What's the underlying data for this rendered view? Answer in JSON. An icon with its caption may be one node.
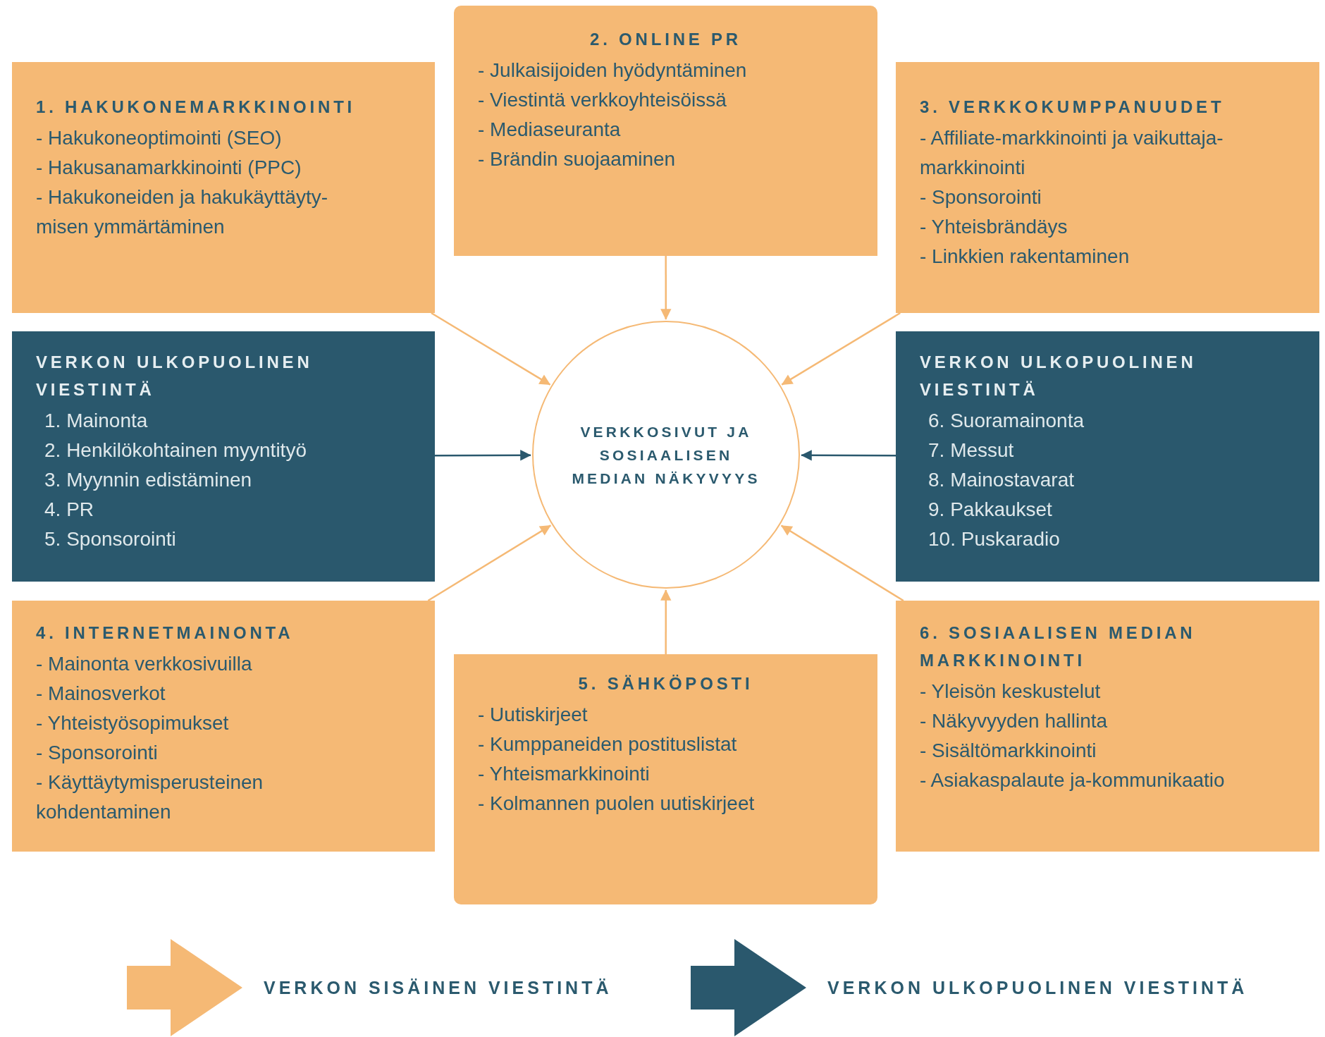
{
  "diagram": {
    "nodes": [
      {
        "text": [
          "2. ONLINE PR",
          "- Julkaisijoiden hyödyntäminen",
          "- Viestintä verkkoyhteisöissä",
          "- Mediaseuranta",
          "- Brändin suojaaminen"
        ]
      },
      {
        "text": [
          "1. HAKUKONEMARKKINOINTI",
          "- Hakukoneoptimointi (SEO)",
          "- Hakusanamarkkinointi (PPC)",
          "- Hakukoneiden ja hakukäyttäyty-misen ymmärtäminen"
        ]
      },
      {
        "text": [
          "3. VERKKOKUMPPANUUDET",
          "- Affiliate-markkinointi ja vaikuttaja-markkinointi",
          "- Sponsorointi",
          "- Yhteisbrändäys",
          "- Linkkien rakentaminen"
        ]
      },
      {
        "text": [
          "VERKON ULKOPUOLINEN VIESTINTÄ",
          "1. Mainonta",
          "2. Henkilökohtainen myyntityö",
          "3. Myynnin edistäminen",
          "4. PR",
          "5. Sponsorointi"
        ]
      },
      {
        "text": [
          "VERKKOSIVUT JA SOSIAALISEN MEDIAN NÄKYVYYS"
        ]
      },
      {
        "text": [
          "VERKON ULKOPUOLINEN VIESTINTÄ",
          "6. Suoramainonta",
          "7. Messut",
          "8. Mainostavarat",
          "9. Pakkaukset",
          "10. Puskaradio"
        ]
      },
      {
        "text": [
          "4. INTERNETMAINONTA",
          "- Mainonta verkkosivuilla",
          "- Mainosverkot",
          "- Yhteistyösopimukset",
          "- Sponsorointi",
          "- Käyttäytymisperusteinen kohdentaminen"
        ]
      },
      {
        "text": [
          "6. SOSIAALISEN MEDIAN MARKKINOINTI",
          "- Yleisön keskustelut",
          "- Näkyvyyden hallinta",
          "- Sisältömarkkinointi",
          "- Asiakaspalaute ja-kommunikaatio"
        ]
      },
      {
        "text": [
          "5. SÄHKÖPOSTI",
          "- Uutiskirjeet",
          "- Kumppaneiden postituslistat",
          "- Yhteismarkkinointi",
          "- Kolmannen puolen uutiskirjeet"
        ]
      }
    ],
    "edges": [
      {
        "from": 1,
        "to": 4,
        "arrow": "to"
      },
      {
        "from": 0,
        "to": 4,
        "arrow": "to"
      },
      {
        "from": 2,
        "to": 4,
        "arrow": "to"
      },
      {
        "from": 3,
        "to": 4,
        "arrow": "to",
        "color": "#2a586d"
      },
      {
        "from": 5,
        "to": 4,
        "arrow": "to",
        "color": "#2a586d"
      },
      {
        "from": 6,
        "to": 4,
        "arrow": "to"
      },
      {
        "from": 8,
        "to": 4,
        "arrow": "to"
      },
      {
        "from": 7,
        "to": 4,
        "arrow": "to"
      }
    ],
    "legend": [
      {
        "text": "VERKON SISÄINEN VIESTINTÄ",
        "color": "#f5b975"
      },
      {
        "text": "VERKON ULKOPUOLINEN VIESTINTÄ",
        "color": "#2a586d"
      }
    ]
  }
}
